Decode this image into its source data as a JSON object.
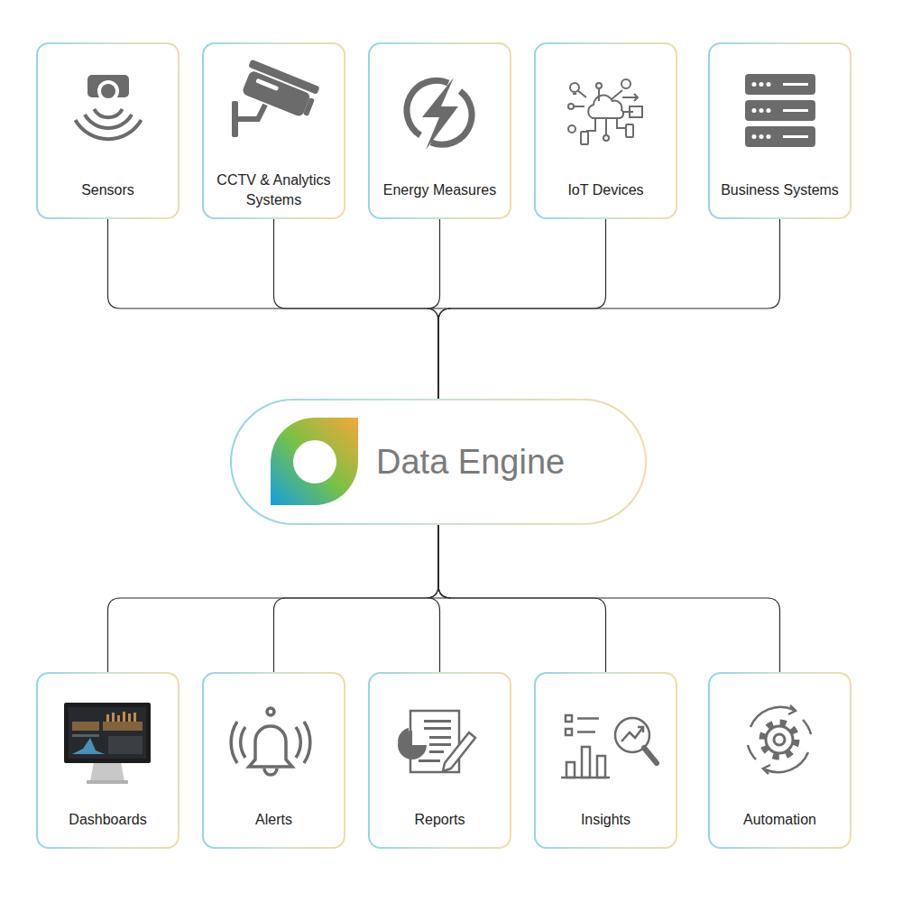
{
  "diagram": {
    "nodes": [
      {
        "text": [
          "Sensors"
        ]
      },
      {
        "text": [
          "CCTV & Analytics Systems"
        ]
      },
      {
        "text": [
          "Energy Measures"
        ]
      },
      {
        "text": [
          "IoT Devices"
        ]
      },
      {
        "text": [
          "Business Systems"
        ]
      },
      {
        "text": [
          "Data Engine"
        ]
      },
      {
        "text": [
          "Dashboards"
        ]
      },
      {
        "text": [
          "Alerts"
        ]
      },
      {
        "text": [
          "Reports"
        ]
      },
      {
        "text": [
          "Insights"
        ]
      },
      {
        "text": [
          "Automation"
        ]
      }
    ],
    "edges": [
      {
        "from": 0,
        "to": 5,
        "arrow": "none"
      },
      {
        "from": 1,
        "to": 5,
        "arrow": "none"
      },
      {
        "from": 2,
        "to": 5,
        "arrow": "none"
      },
      {
        "from": 3,
        "to": 5,
        "arrow": "none"
      },
      {
        "from": 4,
        "to": 5,
        "arrow": "none"
      },
      {
        "from": 5,
        "to": 6,
        "arrow": "none"
      },
      {
        "from": 5,
        "to": 7,
        "arrow": "none"
      },
      {
        "from": 5,
        "to": 8,
        "arrow": "none"
      },
      {
        "from": 5,
        "to": 9,
        "arrow": "none"
      },
      {
        "from": 5,
        "to": 10,
        "arrow": "none"
      }
    ]
  }
}
